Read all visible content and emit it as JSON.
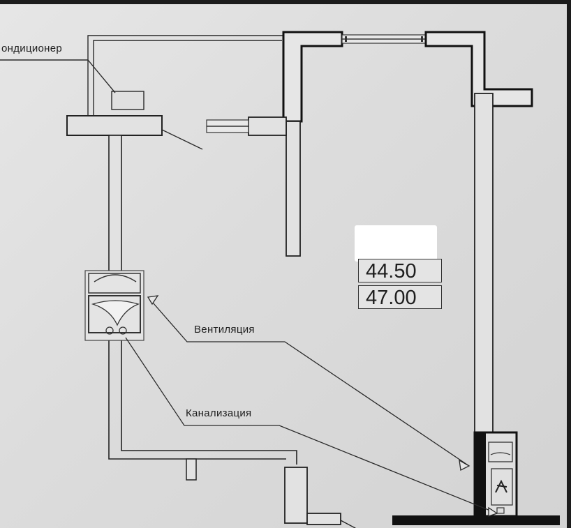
{
  "labels": {
    "conditioner": "ондиционер",
    "ventilation": "Вентиляция",
    "sewage": "Канализация"
  },
  "areas": {
    "living": "44.50",
    "total": "47.00"
  },
  "colors": {
    "paper": "#dedede",
    "wall_fill": "#e2e2e2",
    "wall_line": "#222222",
    "thick_wall": "#111111",
    "redaction": "#ffffff"
  }
}
